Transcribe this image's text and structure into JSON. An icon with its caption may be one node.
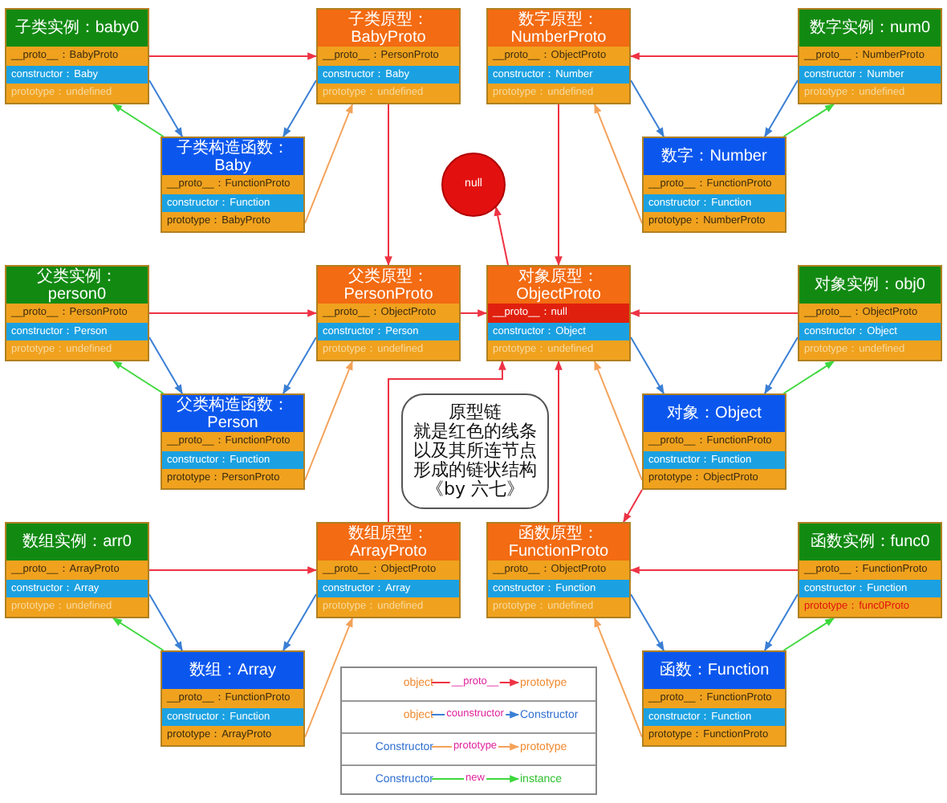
{
  "diagram": {
    "nodes": [
      {
        "text": [
          "子类实例：baby0",
          "__proto__：BabyProto",
          "constructor：Baby",
          "prototype：undefined"
        ]
      },
      {
        "text": [
          "子类原型：BabyProto",
          "__proto__：PersonProto",
          "constructor：Baby",
          "prototype：undefined"
        ]
      },
      {
        "text": [
          "数字原型：NumberProto",
          "__proto__：ObjectProto",
          "constructor：Number",
          "prototype：undefined"
        ]
      },
      {
        "text": [
          "数字实例：num0",
          "__proto__：NumberProto",
          "constructor：Number",
          "prototype：undefined"
        ]
      },
      {
        "text": [
          "子类构造函数：Baby",
          "__proto__：FunctionProto",
          "constructor：Function",
          "prototype：BabyProto"
        ]
      },
      {
        "text": [
          "数字：Number",
          "__proto__：FunctionProto",
          "constructor：Function",
          "prototype：NumberProto"
        ]
      },
      {
        "text": [
          "null"
        ]
      },
      {
        "text": [
          "父类实例：person0",
          "__proto__：PersonProto",
          "constructor：Person",
          "prototype：undefined"
        ]
      },
      {
        "text": [
          "父类原型：PersonProto",
          "__proto__：ObjectProto",
          "constructor：Person",
          "prototype：undefined"
        ]
      },
      {
        "text": [
          "对象原型：ObjectProto",
          "__proto__：null",
          "constructor：Object",
          "prototype：undefined"
        ]
      },
      {
        "text": [
          "对象实例：obj0",
          "__proto__：ObjectProto",
          "constructor：Object",
          "prototype：undefined"
        ]
      },
      {
        "text": [
          "父类构造函数：Person",
          "__proto__：FunctionProto",
          "constructor：Function",
          "prototype：PersonProto"
        ]
      },
      {
        "text": [
          "原型链",
          "就是红色的线条以及其所连节点形成的链状结构《by 六七》"
        ]
      },
      {
        "text": [
          "对象：Object",
          "__proto__：FunctionProto",
          "constructor：Function",
          "prototype：ObjectProto"
        ]
      },
      {
        "text": [
          "数组实例：arr0",
          "__proto__：ArrayProto",
          "constructor：Array",
          "prototype：undefined"
        ]
      },
      {
        "text": [
          "数组原型：ArrayProto",
          "__proto__：ObjectProto",
          "constructor：Array",
          "prototype：undefined"
        ]
      },
      {
        "text": [
          "函数原型：FunctionProto",
          "__proto__：ObjectProto",
          "constructor：Function",
          "prototype：undefined"
        ]
      },
      {
        "text": [
          "函数实例：func0",
          "__proto__：FunctionProto",
          "constructor：Function",
          "prototype：func0Proto"
        ]
      },
      {
        "text": [
          "数组：Array",
          "__proto__：FunctionProto",
          "constructor：Function",
          "prototype：ArrayProto"
        ]
      },
      {
        "text": [
          "函数：Function",
          "__proto__：FunctionProto",
          "constructor：Function",
          "prototype：FunctionProto"
        ]
      },
      {
        "text": [],
        "shape": "box"
      },
      {
        "text": [
          "object"
        ],
        "in": 20
      },
      {
        "text": [
          "prototype"
        ],
        "in": 20
      },
      {
        "text": [
          "object"
        ],
        "in": 20
      },
      {
        "text": [
          "Constructor"
        ],
        "in": 20
      },
      {
        "text": [
          "Constructor"
        ],
        "in": 20
      },
      {
        "text": [
          "prototype"
        ],
        "in": 20
      },
      {
        "text": [
          "Constructor"
        ],
        "in": 20
      },
      {
        "text": [
          "instance"
        ],
        "in": 20
      }
    ],
    "edges": [
      {
        "from": 0,
        "to": 1,
        "arrow": "to"
      },
      {
        "from": 0,
        "to": 4,
        "arrow": "to",
        "color": "#3a7fd5"
      },
      {
        "from": 1,
        "to": 4,
        "arrow": "to",
        "color": "#3a7fd5"
      },
      {
        "from": 4,
        "to": 1,
        "arrow": "to",
        "color": "#f4a259"
      },
      {
        "from": 4,
        "to": 0,
        "arrow": "to",
        "color": "#3ed83e"
      },
      {
        "from": 3,
        "to": 2,
        "arrow": "to"
      },
      {
        "from": 3,
        "to": 5,
        "arrow": "to",
        "color": "#3a7fd5"
      },
      {
        "from": 2,
        "to": 5,
        "arrow": "to",
        "color": "#3a7fd5"
      },
      {
        "from": 5,
        "to": 2,
        "arrow": "to",
        "color": "#f4a259"
      },
      {
        "from": 5,
        "to": 3,
        "arrow": "to",
        "color": "#3ed83e"
      },
      {
        "from": 1,
        "to": 8,
        "arrow": "to"
      },
      {
        "from": 2,
        "to": 9,
        "arrow": "to"
      },
      {
        "from": 9,
        "to": 6,
        "arrow": "to"
      },
      {
        "from": 7,
        "to": 8,
        "arrow": "to"
      },
      {
        "from": 7,
        "to": 11,
        "arrow": "to",
        "color": "#3a7fd5"
      },
      {
        "from": 8,
        "to": 11,
        "arrow": "to",
        "color": "#3a7fd5"
      },
      {
        "from": 11,
        "to": 8,
        "arrow": "to",
        "color": "#f4a259"
      },
      {
        "from": 11,
        "to": 7,
        "arrow": "to",
        "color": "#3ed83e"
      },
      {
        "from": 8,
        "to": 9,
        "arrow": "to"
      },
      {
        "from": 10,
        "to": 9,
        "arrow": "to"
      },
      {
        "from": 10,
        "to": 13,
        "arrow": "to",
        "color": "#3a7fd5"
      },
      {
        "from": 9,
        "to": 13,
        "arrow": "to",
        "color": "#3a7fd5"
      },
      {
        "from": 13,
        "to": 9,
        "arrow": "to",
        "color": "#f4a259"
      },
      {
        "from": 13,
        "to": 10,
        "arrow": "to",
        "color": "#3ed83e"
      },
      {
        "from": 14,
        "to": 15,
        "arrow": "to"
      },
      {
        "from": 14,
        "to": 18,
        "arrow": "to",
        "color": "#3a7fd5"
      },
      {
        "from": 15,
        "to": 18,
        "arrow": "to",
        "color": "#3a7fd5"
      },
      {
        "from": 18,
        "to": 15,
        "arrow": "to",
        "color": "#f4a259"
      },
      {
        "from": 18,
        "to": 14,
        "arrow": "to",
        "color": "#3ed83e"
      },
      {
        "from": 15,
        "to": 9,
        "arrow": "to"
      },
      {
        "from": 17,
        "to": 16,
        "arrow": "to"
      },
      {
        "from": 17,
        "to": 19,
        "arrow": "to",
        "color": "#3a7fd5"
      },
      {
        "from": 16,
        "to": 19,
        "arrow": "to",
        "color": "#3a7fd5"
      },
      {
        "from": 19,
        "to": 16,
        "arrow": "to",
        "color": "#f4a259"
      },
      {
        "from": 19,
        "to": 17,
        "arrow": "to",
        "color": "#3ed83e"
      },
      {
        "from": 16,
        "to": 9,
        "arrow": "to"
      },
      {
        "from": 13,
        "to": 16,
        "arrow": "to"
      },
      {
        "from": 21,
        "to": 22,
        "arrow": "to",
        "label": "__proto__"
      },
      {
        "from": 23,
        "to": 24,
        "arrow": "to",
        "label": "counstructor",
        "color": "#3a7fd5"
      },
      {
        "from": 25,
        "to": 26,
        "arrow": "to",
        "label": "prototype",
        "color": "#f4a259"
      },
      {
        "from": 27,
        "to": 28,
        "arrow": "to",
        "label": "new",
        "color": "#3ed83e"
      }
    ]
  }
}
